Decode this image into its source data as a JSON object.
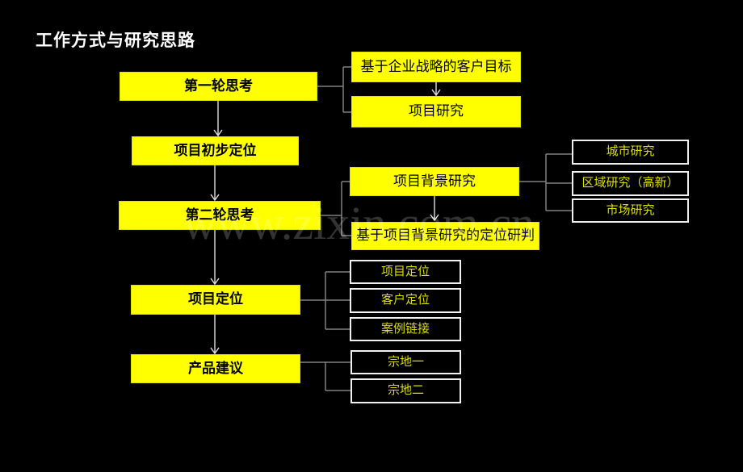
{
  "title": "工作方式与研究思路",
  "watermark": "www.zixin.com.cn",
  "colors": {
    "background": "#000000",
    "node_fill_yellow": "#ffff00",
    "node_text_black": "#000000",
    "outlined_node_border": "#f0f0f0",
    "outlined_node_text": "#dede00",
    "connector_gray": "#808080",
    "arrow_white": "#e0e0e0",
    "title_white": "#ffffff"
  },
  "flow": {
    "main_steps": [
      "第一轮思考",
      "项目初步定位",
      "第二轮思考",
      "项目定位",
      "产品建议"
    ],
    "round1_outputs": [
      "基于企业战略的客户目标",
      "项目研究"
    ],
    "round2_outputs": [
      "项目背景研究",
      "基于项目背景研究的定位研判"
    ],
    "background_research_items": [
      "城市研究",
      "区域研究（高新）",
      "市场研究"
    ],
    "positioning_outputs": [
      "项目定位",
      "客户定位",
      "案例链接"
    ],
    "product_outputs": [
      "宗地一",
      "宗地二"
    ]
  }
}
